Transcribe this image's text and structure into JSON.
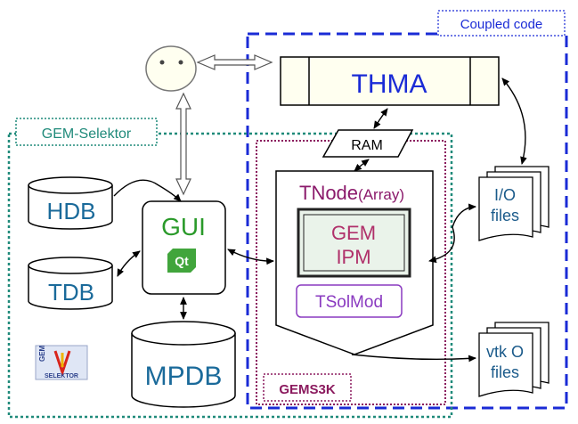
{
  "labels": {
    "coupled_code": "Coupled code",
    "gem_selektor": "GEM-Selektor",
    "thma": "THMA",
    "ram": "RAM",
    "tnode": "TNode",
    "tnode_array": "(Array)",
    "gem": "GEM",
    "ipm": "IPM",
    "tsolmod": "TSolMod",
    "gems3k": "GEMS3K",
    "hdb": "HDB",
    "tdb": "TDB",
    "mpdb": "MPDB",
    "gui": "GUI",
    "qt": "Qt",
    "io_line1": "I/O",
    "io_line2": "files",
    "vtk_line1": "vtk O",
    "vtk_line2": "files",
    "logo_top": "GEM",
    "logo_bottom": "SELEKTOR"
  },
  "colors": {
    "coupled_border": "#1a2bd6",
    "selektor_border": "#1f8a7a",
    "gems3k_border": "#8b1a5e",
    "thma_text": "#1a2bd6",
    "db_text": "#1a6a9a",
    "gui_text": "#2a9a2a",
    "tnode_text": "#8b1a6b",
    "ipm_text": "#b0306a",
    "tsolmod_text": "#8a3ac0",
    "gems3k_text": "#8b1a5e",
    "qt_green": "#41a53c",
    "files_text": "#1a5a8a"
  }
}
